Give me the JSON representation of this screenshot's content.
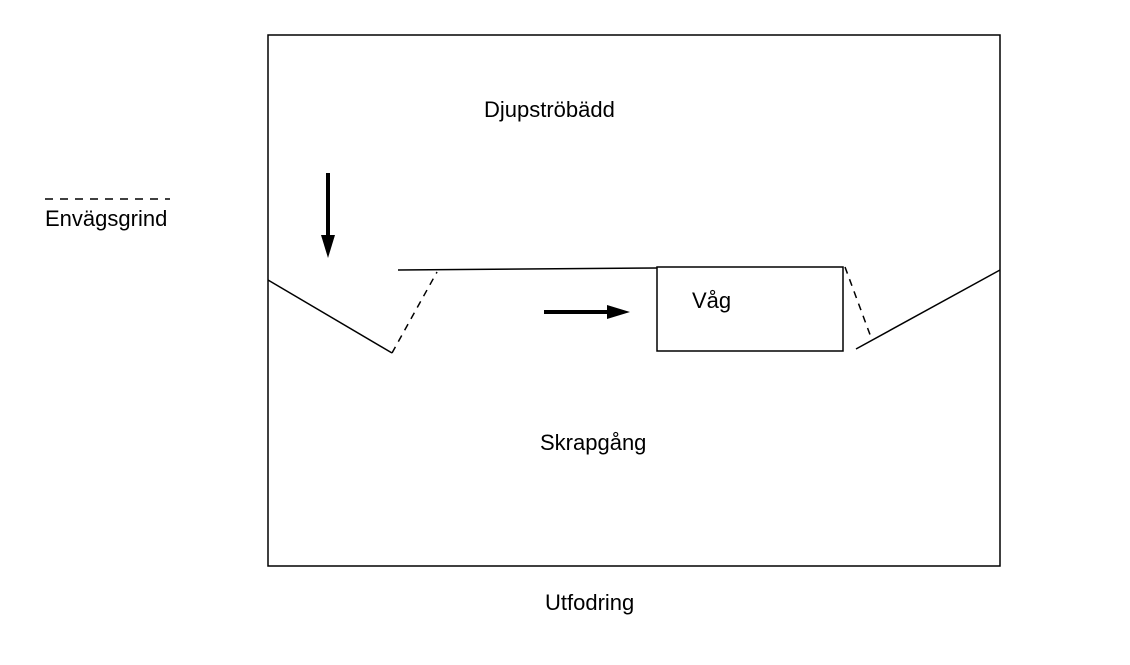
{
  "labels": {
    "upper_area": "Djupströbädd",
    "lower_area": "Skrapgång",
    "scale": "Våg",
    "bottom": "Utfodring",
    "legend_gate": "Envägsgrind"
  },
  "colors": {
    "line": "#000000",
    "background": "#ffffff"
  }
}
